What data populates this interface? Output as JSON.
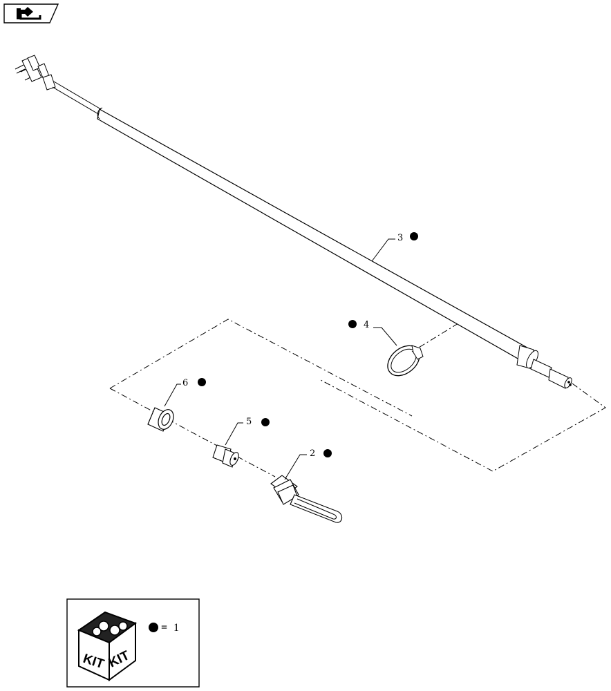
{
  "parts": [
    {
      "number": "2",
      "marked": true
    },
    {
      "number": "3",
      "marked": true
    },
    {
      "number": "4",
      "marked": true
    },
    {
      "number": "5",
      "marked": true
    },
    {
      "number": "6",
      "marked": true
    }
  ],
  "legend": {
    "kit_label_left": "KIT",
    "kit_label_right": "KIT",
    "equals_sign": "=",
    "kit_quantity": "1"
  },
  "icons": {
    "nav_button": "arrow-back-icon",
    "kit_box": "kit-box-icon",
    "kit_marker": "filled-circle-icon"
  }
}
